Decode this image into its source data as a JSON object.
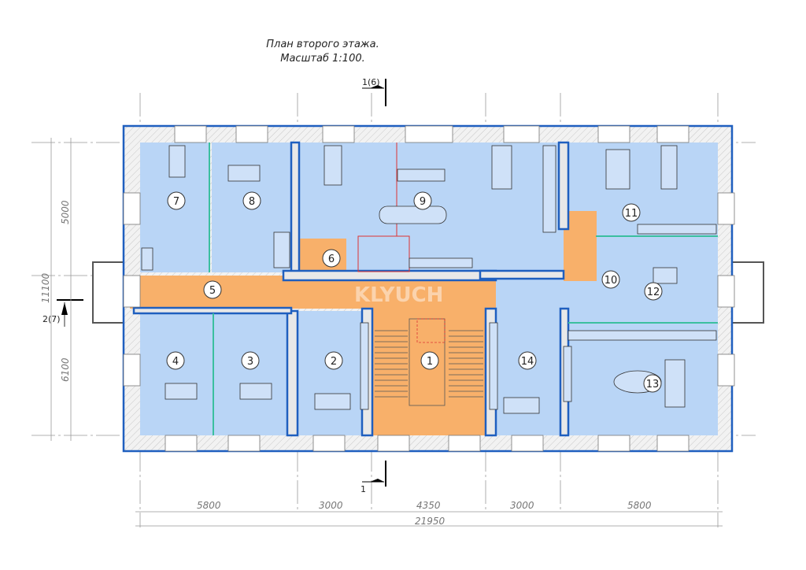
{
  "title": {
    "line1": "План второго этажа.",
    "line2": "Масштаб 1:100."
  },
  "sections": {
    "top": "1(6)",
    "bottom": "1",
    "left": "2(7)"
  },
  "rooms": [
    "1",
    "2",
    "3",
    "4",
    "5",
    "6",
    "7",
    "8",
    "9",
    "10",
    "11",
    "12",
    "13",
    "14"
  ],
  "dimensions": {
    "bottom": [
      "5800",
      "3000",
      "4350",
      "3000",
      "5800"
    ],
    "total_horizontal": "21950",
    "left": [
      "5000",
      "6100"
    ],
    "total_vertical": "11100"
  },
  "watermark": "KLYUCH",
  "colors": {
    "rooms": "#b9d5f6",
    "common_areas": "#f8b06a",
    "walls": "#1f5fbf"
  }
}
